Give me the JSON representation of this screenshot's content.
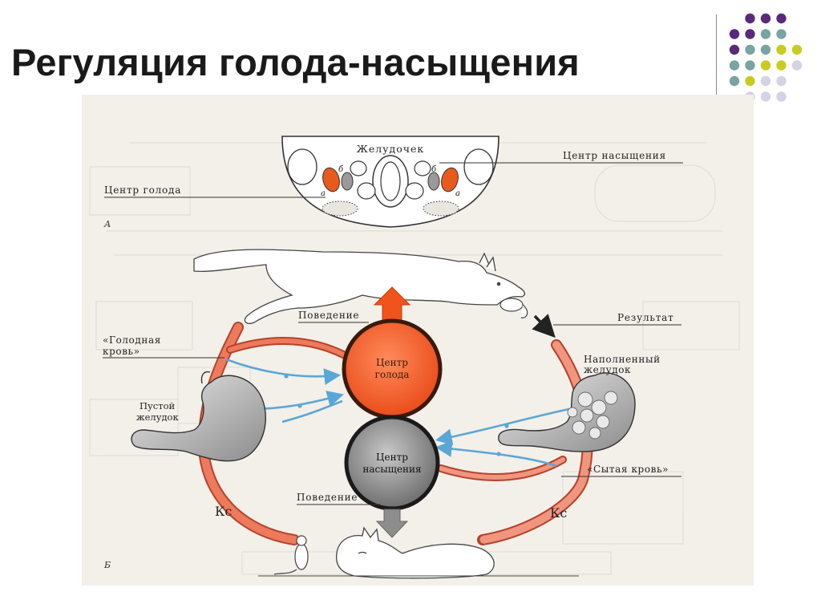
{
  "slide": {
    "title": "Регуляция голода-насыщения"
  },
  "decor": {
    "dot_colors": {
      "purple": "#5a2a7a",
      "teal": "#7aa3a3",
      "olive": "#c8cc22",
      "lavender": "#d4d2e4"
    }
  },
  "diagram": {
    "panel_a": {
      "letter": "А",
      "ventricle_label": "Желудочек",
      "hunger_center_label": "Центр голода",
      "satiety_center_label": "Центр насыщения",
      "mark_a_left": "а",
      "mark_b_left": "б",
      "mark_b_right": "б",
      "mark_a_right": "а"
    },
    "panel_b": {
      "letter": "Б",
      "behavior_top": "Поведение",
      "result": "Результат",
      "hungry_blood_l1": "«Голодная",
      "hungry_blood_l2": "кровь»",
      "full_stomach_l1": "Наполненный",
      "full_stomach_l2": "желудок",
      "empty_stomach_l1": "Пустой",
      "empty_stomach_l2": "желудок",
      "fed_blood": "«Сытая кровь»",
      "behavior_bottom": "Поведение",
      "hunger_center_l1": "Центр",
      "hunger_center_l2": "голода",
      "satiety_center_l1": "Центр",
      "satiety_center_l2": "насыщения",
      "kc_left": "Кс",
      "kc_right": "Кс"
    }
  }
}
